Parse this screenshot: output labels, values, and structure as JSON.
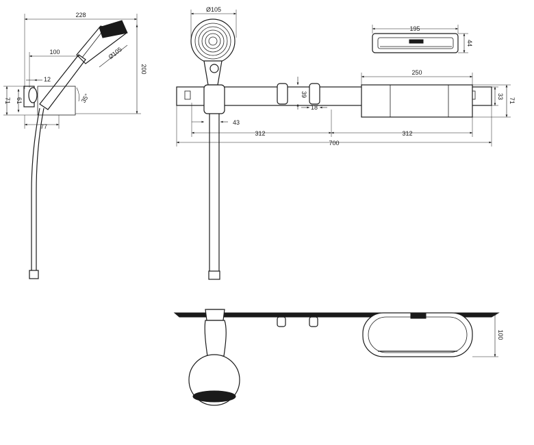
{
  "drawing": {
    "side_view": {
      "dims": {
        "overall_width": "228",
        "handle_offset": "100",
        "head_diameter": "Ø105",
        "height": "200",
        "bracket_offset": "12",
        "tilt_angle": "35°",
        "bracket_height_71": "71",
        "bracket_height_61": "61",
        "base_depth": "77"
      }
    },
    "front_view": {
      "dims": {
        "head_diameter": "Ø105",
        "holder_offset": "43",
        "hook_height": "39",
        "hook_width": "18",
        "left_spacing": "312",
        "right_spacing": "312",
        "bar_length": "700",
        "shelf_width": "250",
        "shelf_height": "71",
        "bar_height": "33"
      }
    },
    "shelf_detail": {
      "dims": {
        "shelf_top_width": "195",
        "shelf_top_height": "44"
      }
    },
    "top_view": {
      "dims": {
        "shelf_depth": "100"
      }
    }
  }
}
